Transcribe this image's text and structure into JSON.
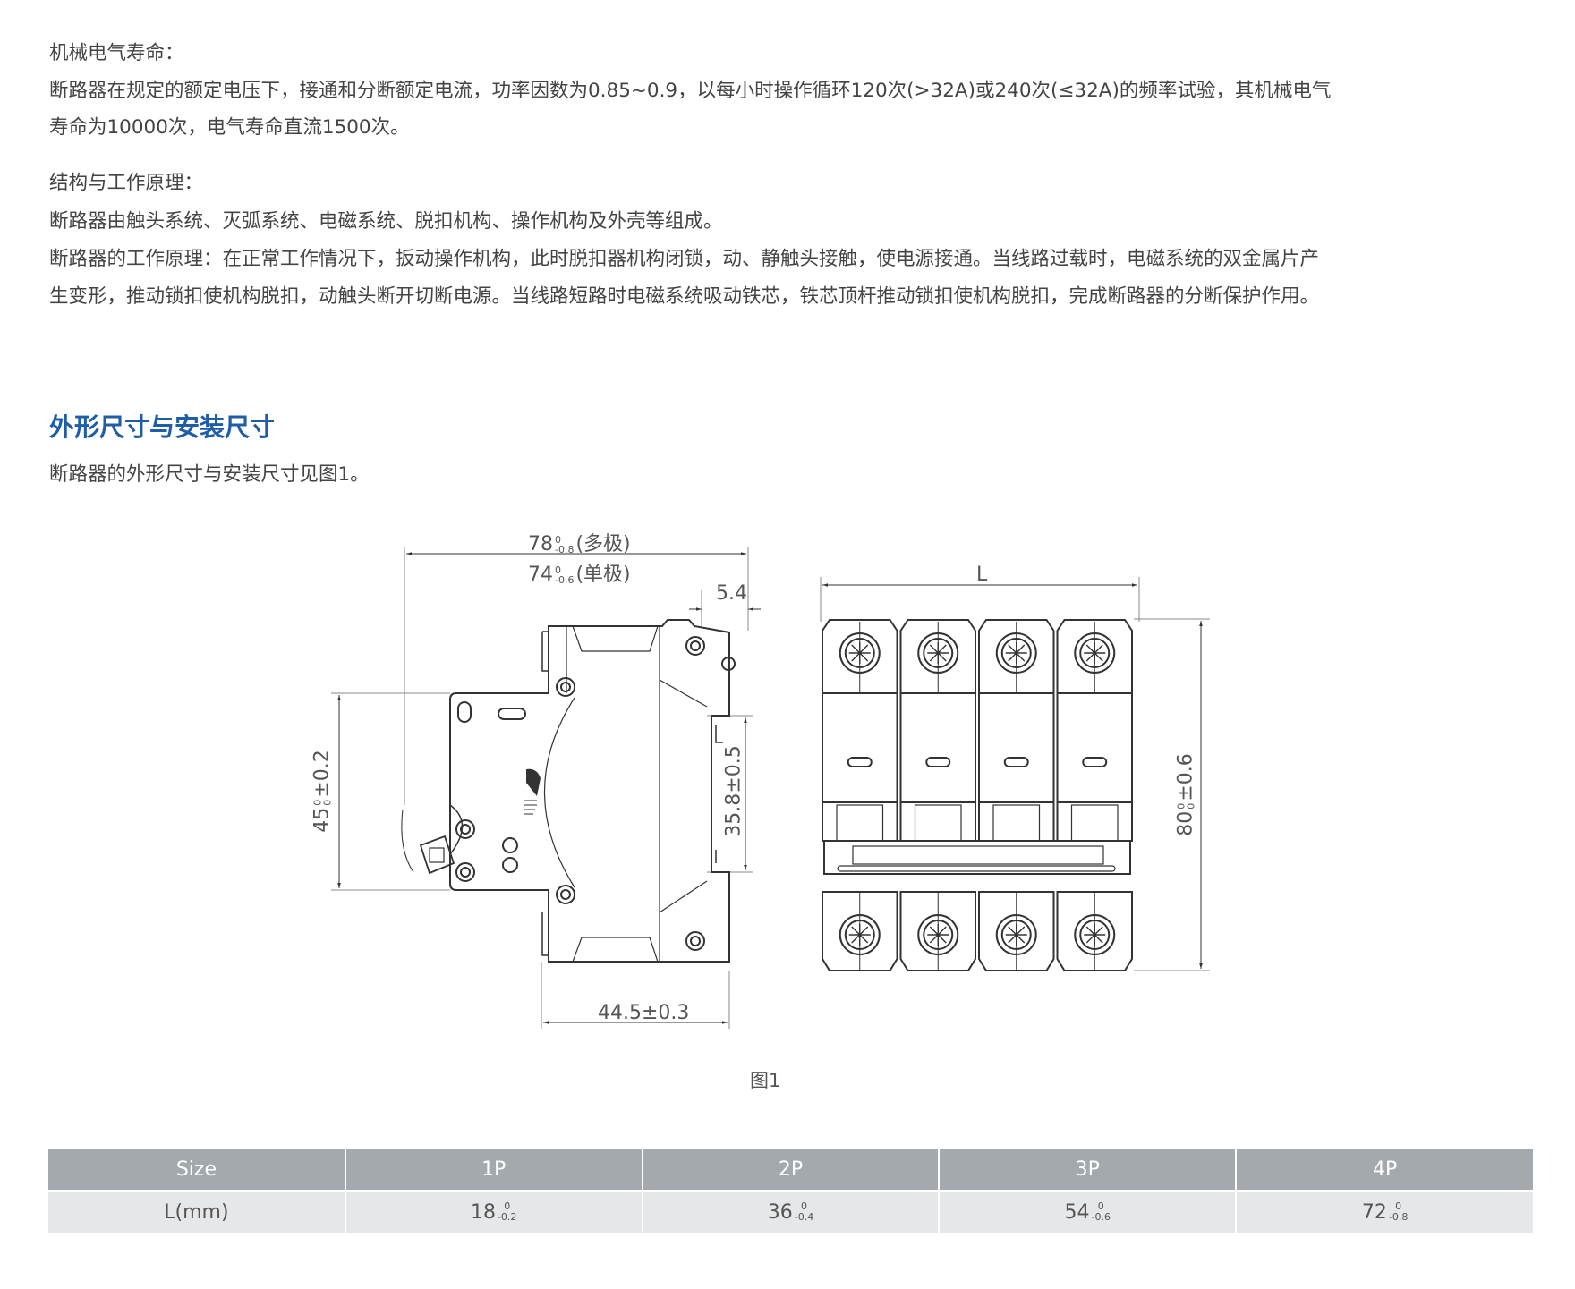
{
  "sections": {
    "life_title": "机械电气寿命：",
    "life_lines": [
      "断路器在规定的额定电压下，接通和分断额定电流，功率因数为0.85~0.9，以每小时操作循环120次(>32A)或240次(≤32A)的频率试验，其机械电气",
      "寿命为10000次，电气寿命直流1500次。"
    ],
    "structure_title": "结构与工作原理：",
    "structure_lines": [
      "断路器由触头系统、灭弧系统、电磁系统、脱扣机构、操作机构及外壳等组成。",
      "断路器的工作原理：在正常工作情况下，扳动操作机构，此时脱扣器机构闭锁，动、静触头接触，使电源接通。当线路过载时，电磁系统的双金属片产",
      "生变形，推动锁扣使机构脱扣，动触头断开切断电源。当线路短路时电磁系统吸动铁芯，铁芯顶杆推动锁扣使机构脱扣，完成断路器的分断保护作用。"
    ],
    "dimensions_heading": "外形尺寸与安装尺寸",
    "dimensions_intro": "断路器的外形尺寸与安装尺寸见图1。"
  },
  "figure": {
    "width_multi": {
      "value": "78",
      "upper": "0",
      "lower": "-0.8",
      "note": "(多极)"
    },
    "width_single": {
      "value": "74",
      "upper": "0",
      "lower": "-0.6",
      "note": "(单极)"
    },
    "offset": "5.4",
    "height_front": {
      "value": "45",
      "upper": "0",
      "lower": "0",
      "tol": "±0.2"
    },
    "rail": "35.8±0.5",
    "depth": "44.5±0.3",
    "length_label": "L",
    "height_side": {
      "value": "80",
      "upper": "0",
      "lower": "0",
      "tol": "±0.6"
    },
    "poles": 4,
    "caption": "图1"
  },
  "table": {
    "headers": [
      "Size",
      "1P",
      "2P",
      "3P",
      "4P"
    ],
    "row_label": "L(mm)",
    "values": [
      {
        "value": "18",
        "upper": "0",
        "lower": "-0.2"
      },
      {
        "value": "36",
        "upper": "0",
        "lower": "-0.4"
      },
      {
        "value": "54",
        "upper": "0",
        "lower": "-0.6"
      },
      {
        "value": "72",
        "upper": "0",
        "lower": "-0.8"
      }
    ]
  },
  "colors": {
    "heading": "#1f5da6",
    "table_header": "#a3a9ac",
    "table_row": "#e6e7e8"
  }
}
